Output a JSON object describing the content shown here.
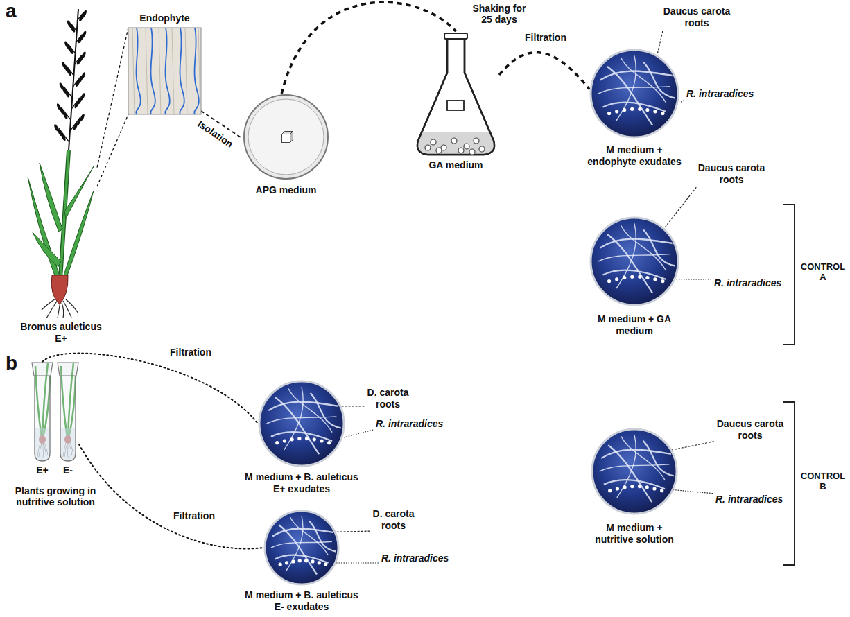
{
  "diagram": {
    "nodes": [
      {
        "text": [
          "Bromus auleticus E+"
        ]
      },
      {
        "text": [
          "Endophyte"
        ]
      },
      {
        "text": [
          "APG medium"
        ]
      },
      {
        "text": [
          "GA medium"
        ]
      },
      {
        "text": [
          "Daucus carota roots",
          "R. intraradices",
          "M medium + endophyte exudates"
        ]
      },
      {
        "text": [
          "Daucus carota roots",
          "R. intraradices",
          "M medium + GA medium"
        ]
      },
      {
        "text": [
          "E+"
        ]
      },
      {
        "text": [
          "E-"
        ]
      },
      {
        "text": [
          "D. carota roots",
          "R. intraradices",
          "M medium + B. auleticus E+ exudates"
        ]
      },
      {
        "text": [
          "D. carota roots",
          "R. intraradices",
          "M medium + B. auleticus E- exudates"
        ]
      },
      {
        "text": [
          "Daucus carota roots",
          "R. intraradices",
          "M medium + nutritive solution"
        ]
      }
    ],
    "edges": [
      {
        "from": 0,
        "to": 1,
        "arrow": "none"
      },
      {
        "from": 1,
        "to": 2,
        "label": "Isolation",
        "arrow": "none"
      },
      {
        "from": 2,
        "to": 3,
        "label": "Shaking for 25 days",
        "arrow": "none"
      },
      {
        "from": 3,
        "to": 4,
        "label": "Filtration",
        "arrow": "none"
      },
      {
        "from": 6,
        "to": 8,
        "label": "Filtration",
        "arrow": "none"
      },
      {
        "from": 7,
        "to": 9,
        "label": "Filtration",
        "arrow": "none"
      }
    ],
    "labels": [
      "a",
      "CONTROL A",
      "b",
      "Plants growing in nutritive solution",
      "CONTROL B"
    ]
  }
}
